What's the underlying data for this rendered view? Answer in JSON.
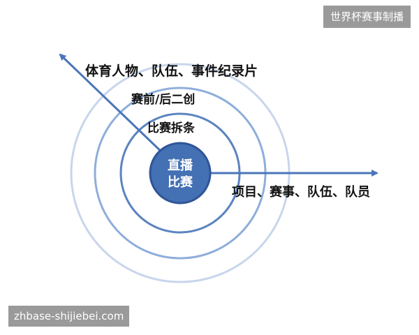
{
  "diagram": {
    "center": {
      "line1": "直播",
      "line2": "比赛"
    },
    "labels": {
      "inner": "比赛拆条",
      "middle": "赛前/后二创",
      "outer": "体育人物、队伍、事件纪录片",
      "right_axis": "项目、赛事、队伍、队员"
    },
    "colors": {
      "core_fill": "#4470b4",
      "core_stroke": "#2f5597",
      "ring_inner": "#5b84c0",
      "ring_middle": "#8eaedb",
      "ring_outer": "#c8d6ec",
      "arrow": "#4a76b8"
    }
  },
  "watermarks": {
    "top_right": "世界杯赛事制播",
    "bottom_left": "zhbase-shijiebei.com"
  }
}
